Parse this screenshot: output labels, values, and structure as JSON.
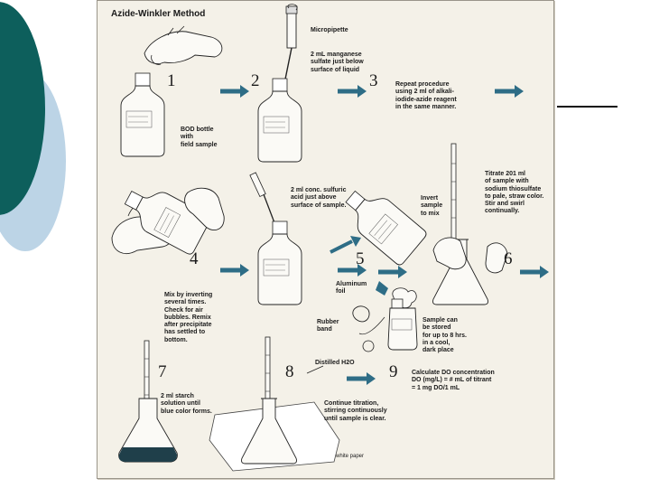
{
  "slide": {
    "accent_dark": "#0d5f5c",
    "accent_light": "#bcd4e6"
  },
  "figure": {
    "title": "Azide-Winkler Method",
    "steps": [
      {
        "number": "1",
        "caption": "BOD bottle\nwith\nfield sample"
      },
      {
        "number": "2",
        "caption": "2 mL manganese\nsulfate just below\nsurface of liquid"
      },
      {
        "number": "3",
        "caption": "Repeat procedure\nusing 2 ml of alkali-\niodide-azide reagent\nin the same manner."
      },
      {
        "number": "4",
        "caption": "Mix by inverting\nseveral times.\nCheck for air\nbubbles. Remix\nafter precipitate\nhas settled to\nbottom."
      },
      {
        "number": "5",
        "caption": "Invert\nsample\nto mix"
      },
      {
        "number": "6",
        "caption": "Titrate 201 ml\nof sample with\nsodium thiosulfate\nto pale, straw color.\nStir and swirl\ncontinually."
      },
      {
        "number": "7",
        "caption": "2 ml starch\nsolution until\nblue color forms."
      },
      {
        "number": "8",
        "caption": "Continue titration,\nstirring continuously\nuntil sample is clear."
      },
      {
        "number": "9",
        "caption": "Calculate DO concentration\nDO (mg/L) = # mL of titrant\n= 1 mg DO/1 mL"
      }
    ],
    "labels": {
      "micropipette": "Micropipette",
      "sulfuric_acid": "2 ml conc. sulfuric\nacid just above\nsurface of sample.",
      "aluminum_foil": "Aluminum\nfoil",
      "rubber_band": "Rubber\nband",
      "storage": "Sample can\nbe stored\nfor up to 8 hrs.\nin a cool,\ndark place",
      "distilled_water": "Distilled H2O",
      "white_paper": "white paper"
    },
    "icons": [
      "hand-icon",
      "micropipette-icon",
      "bod-bottle-icon",
      "arrow-right-icon",
      "burette-icon",
      "erlenmeyer-flask-icon",
      "aluminum-foil-icon",
      "rubber-band-icon",
      "wash-bottle-icon"
    ]
  }
}
